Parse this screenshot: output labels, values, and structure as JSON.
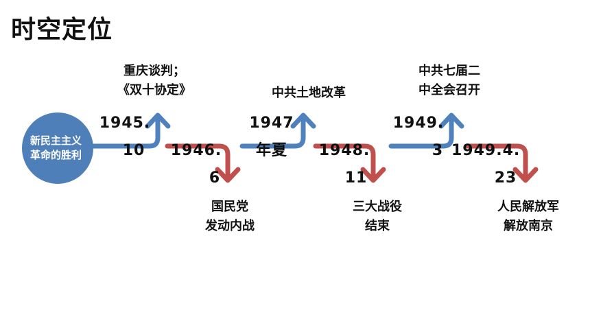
{
  "title": "时空定位",
  "start_label": "新民主主义革命的胜利",
  "colors": {
    "up": "#4f81bd",
    "down": "#c0504d",
    "circle": "#4f7fb8"
  },
  "events": [
    {
      "date_line1": "1945.",
      "date_line2": "10",
      "label_line1": "重庆谈判；",
      "label_line2": "《双十协定》",
      "direction": "up"
    },
    {
      "date_line1": "1946.",
      "date_line2": "6",
      "label_line1": "国民党",
      "label_line2": "发动内战",
      "direction": "down"
    },
    {
      "date_line1": "1947",
      "date_line2": "年夏",
      "label_line1": "中共土地改革",
      "label_line2": "",
      "direction": "up"
    },
    {
      "date_line1": "1948.",
      "date_line2": "11",
      "label_line1": "三大战役",
      "label_line2": "结束",
      "direction": "down"
    },
    {
      "date_line1": "1949.",
      "date_line2": "3",
      "label_line1": "中共七届二",
      "label_line2": "中全会召开",
      "direction": "up"
    },
    {
      "date_line1": "1949.4.",
      "date_line2": "23",
      "label_line1": "人民解放军",
      "label_line2": "解放南京",
      "direction": "down"
    }
  ]
}
